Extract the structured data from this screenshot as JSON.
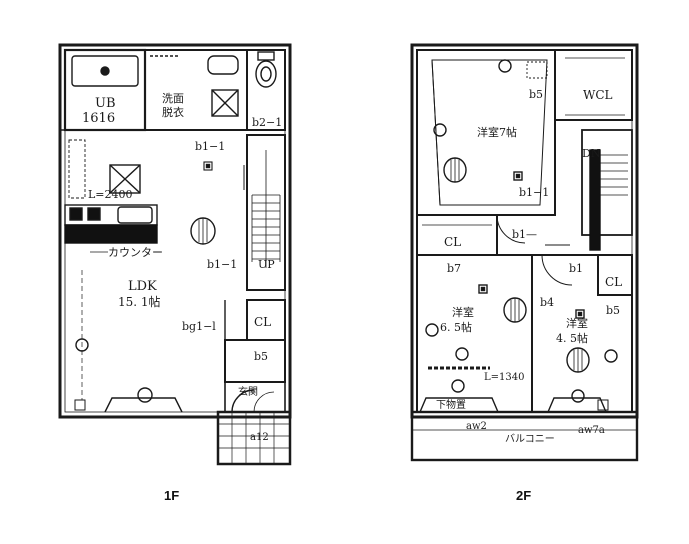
{
  "floor1": {
    "caption": "1F",
    "rooms": {
      "ub": "UB",
      "ub_size": "1616",
      "washroom_1": "洗面",
      "washroom_2": "脱衣",
      "b2_1": "b2−1",
      "b1_1_top": "b1−1",
      "l2400": "L=2400",
      "counter": "カウンター",
      "ldk": "LDK",
      "ldk_size": "15. 1帖",
      "b1_1_mid": "b1−1",
      "up": "UP",
      "bg1_1": "bg1−l",
      "cl": "CL",
      "b5": "b5",
      "genkan": "玄関",
      "a12": "a12"
    }
  },
  "floor2": {
    "caption": "2F",
    "rooms": {
      "b5_top": "b5",
      "wcl": "WCL",
      "youshitsu7": "洋室7帖",
      "dn": "DN",
      "b1_1": "b1−1",
      "cl_left": "CL",
      "b1_dash": "b1—",
      "b7": "b7",
      "b1": "b1",
      "cl_right": "CL",
      "b5_right": "b5",
      "b4": "b4",
      "youshitsu_a": "洋室",
      "youshitsu_a_size": "6. 5帖",
      "youshitsu_b": "洋室",
      "youshitsu_b_size": "4. 5帖",
      "l1340": "L=1340",
      "shitagi": "下物置",
      "aw2": "aw2",
      "aw7a": "aw7a",
      "balcony": "バルコニー"
    }
  }
}
